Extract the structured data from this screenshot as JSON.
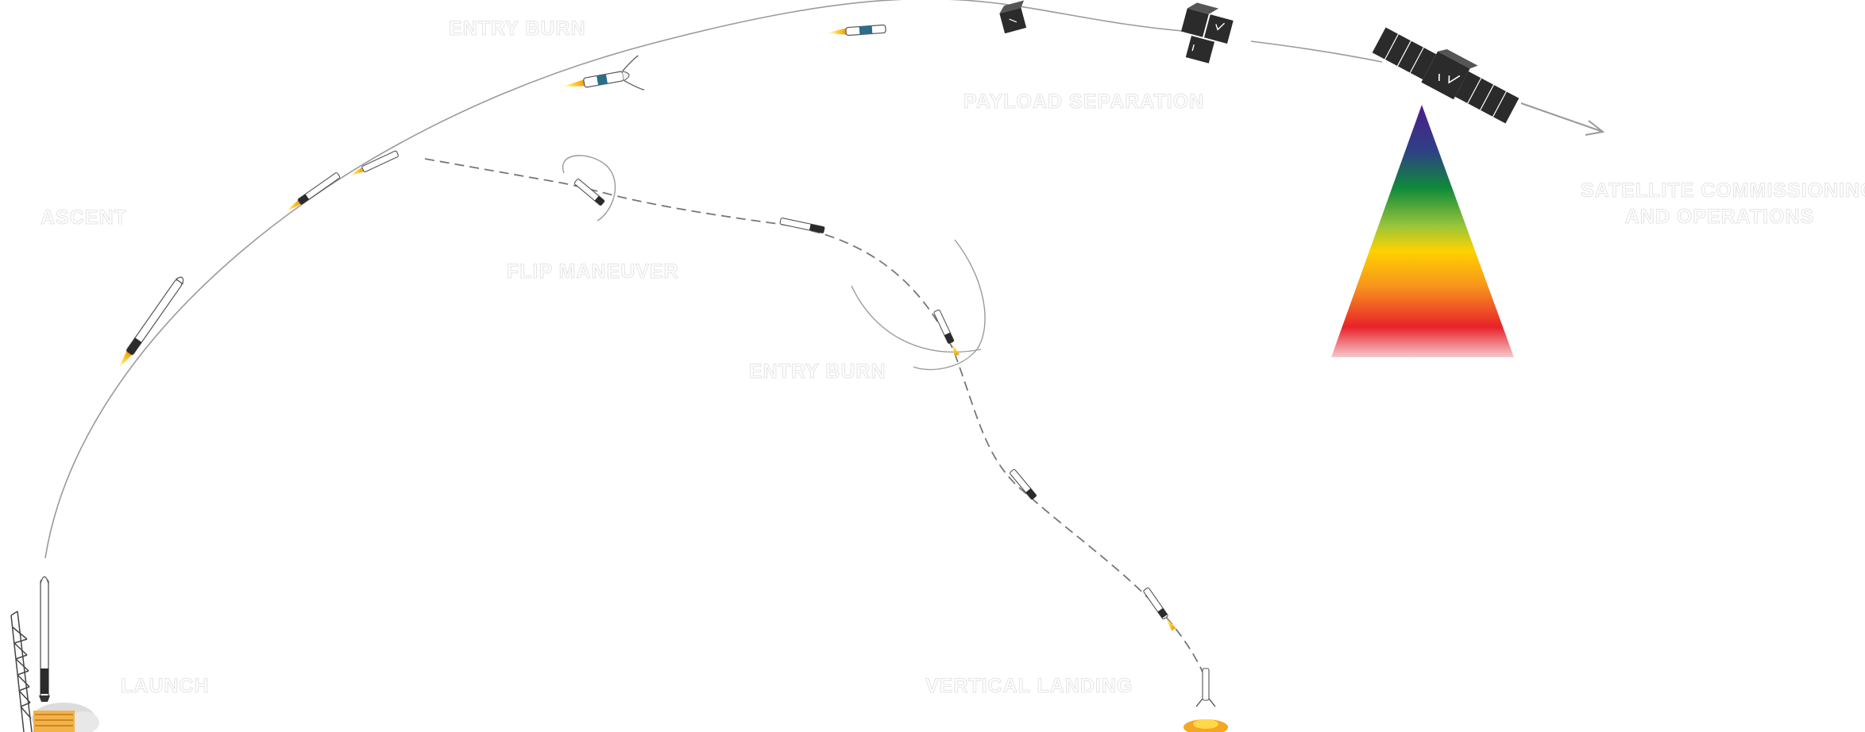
{
  "labels": {
    "entry_burn_top": "ENTRY BURN",
    "payload_separation": "PAYLOAD SEPARATION",
    "satellite_ops_line1": "SATELLITE COMMISSIONING",
    "satellite_ops_line2": "AND OPERATIONS",
    "ascent": "ASCENT",
    "flip_maneuver": "FLIP MANEUVER",
    "entry_burn_mid": "ENTRY BURN",
    "launch": "LAUNCH",
    "vertical_landing": "VERTICAL LANDING"
  },
  "colors": {
    "trajectory": "#9a9a9a",
    "label_fill": "#ffffff",
    "label_outline": "#e4e4e4",
    "flame": "#f5c518",
    "satellite_body": "#2b2b2b",
    "beam_top": "#4b1f8a",
    "beam_green": "#0f8a3a",
    "beam_yellow": "#ffd200",
    "beam_red": "#e8222a"
  },
  "icons": {
    "launch_tower": "launch-tower-icon",
    "rocket": "rocket-icon",
    "booster": "booster-icon",
    "payload_stack": "payload-icon",
    "satellite": "satellite-icon",
    "beam": "coverage-beam-icon"
  }
}
